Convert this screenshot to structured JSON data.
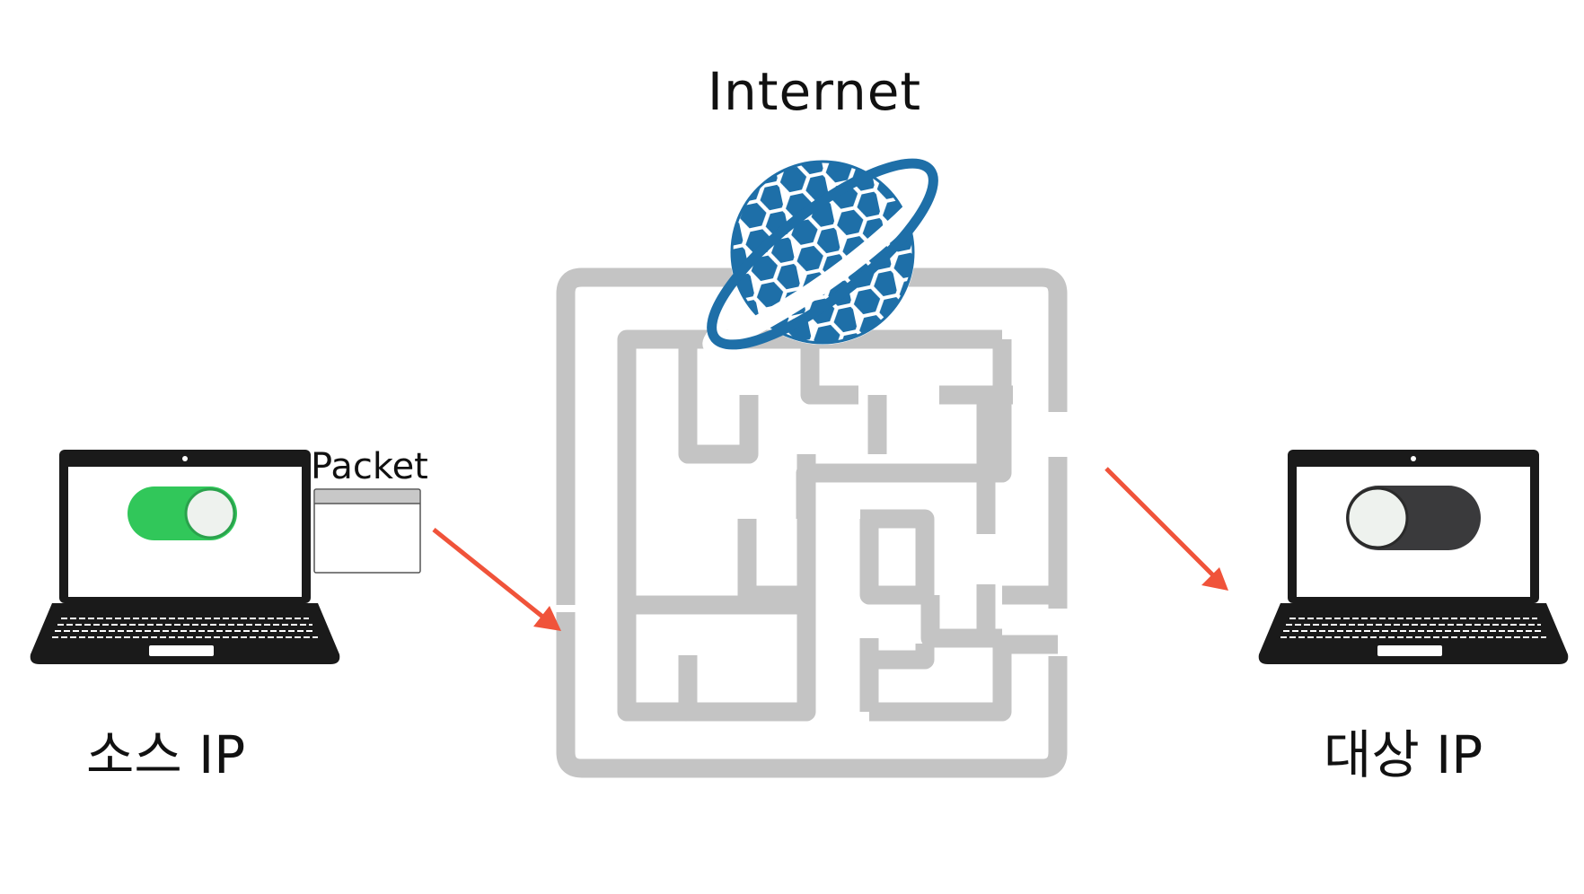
{
  "title": "Internet",
  "packet": {
    "label": "Packet"
  },
  "source": {
    "label": "소스 IP",
    "toggle_state": "on",
    "toggle_color": "#31c75a"
  },
  "destination": {
    "label": "대상 IP",
    "toggle_state": "off",
    "toggle_color": "#3a3a3c"
  },
  "colors": {
    "arrow": "#f0533a",
    "maze": "#c4c4c4",
    "globe": "#1e6fa8",
    "laptop": "#1a1a1a"
  },
  "icons": [
    "laptop-icon",
    "toggle-switch-icon",
    "packet-window-icon",
    "globe-orbit-icon",
    "maze-icon",
    "arrow-icon"
  ]
}
